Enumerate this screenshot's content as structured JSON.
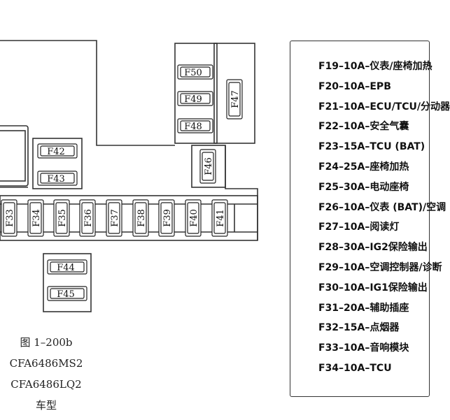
{
  "fuses": {
    "F50": "F50",
    "F49": "F49",
    "F48": "F48",
    "F47": "F47",
    "F46": "F46",
    "F42": "F42",
    "F43": "F43",
    "F33": "F33",
    "F34": "F34",
    "F35": "F35",
    "F36": "F36",
    "F37": "F37",
    "F38": "F38",
    "F39": "F39",
    "F40": "F40",
    "F41": "F41",
    "F44": "F44",
    "F45": "F45"
  },
  "caption": {
    "figure": "图 1–200b",
    "model1": "CFA6486MS2",
    "model2": "CFA6486LQ2",
    "suffix": "车型"
  },
  "legend": [
    "F19–10A–仪表/座椅加热",
    "F20–10A–EPB",
    "F21–10A–ECU/TCU/分动器",
    "F22–10A–安全气囊",
    "F23–15A–TCU (BAT)",
    "F24–25A–座椅加热",
    "F25–30A–电动座椅",
    "F26–10A–仪表 (BAT)/空调",
    "F27–10A–阅读灯",
    "F28–30A–IG2保险输出",
    "F29–10A–空调控制器/诊断",
    "F30–10A–IG1保险输出",
    "F31–20A–辅助插座",
    "F32–15A–点烟器",
    "F33–10A–音响模块",
    "F34–10A–TCU"
  ]
}
